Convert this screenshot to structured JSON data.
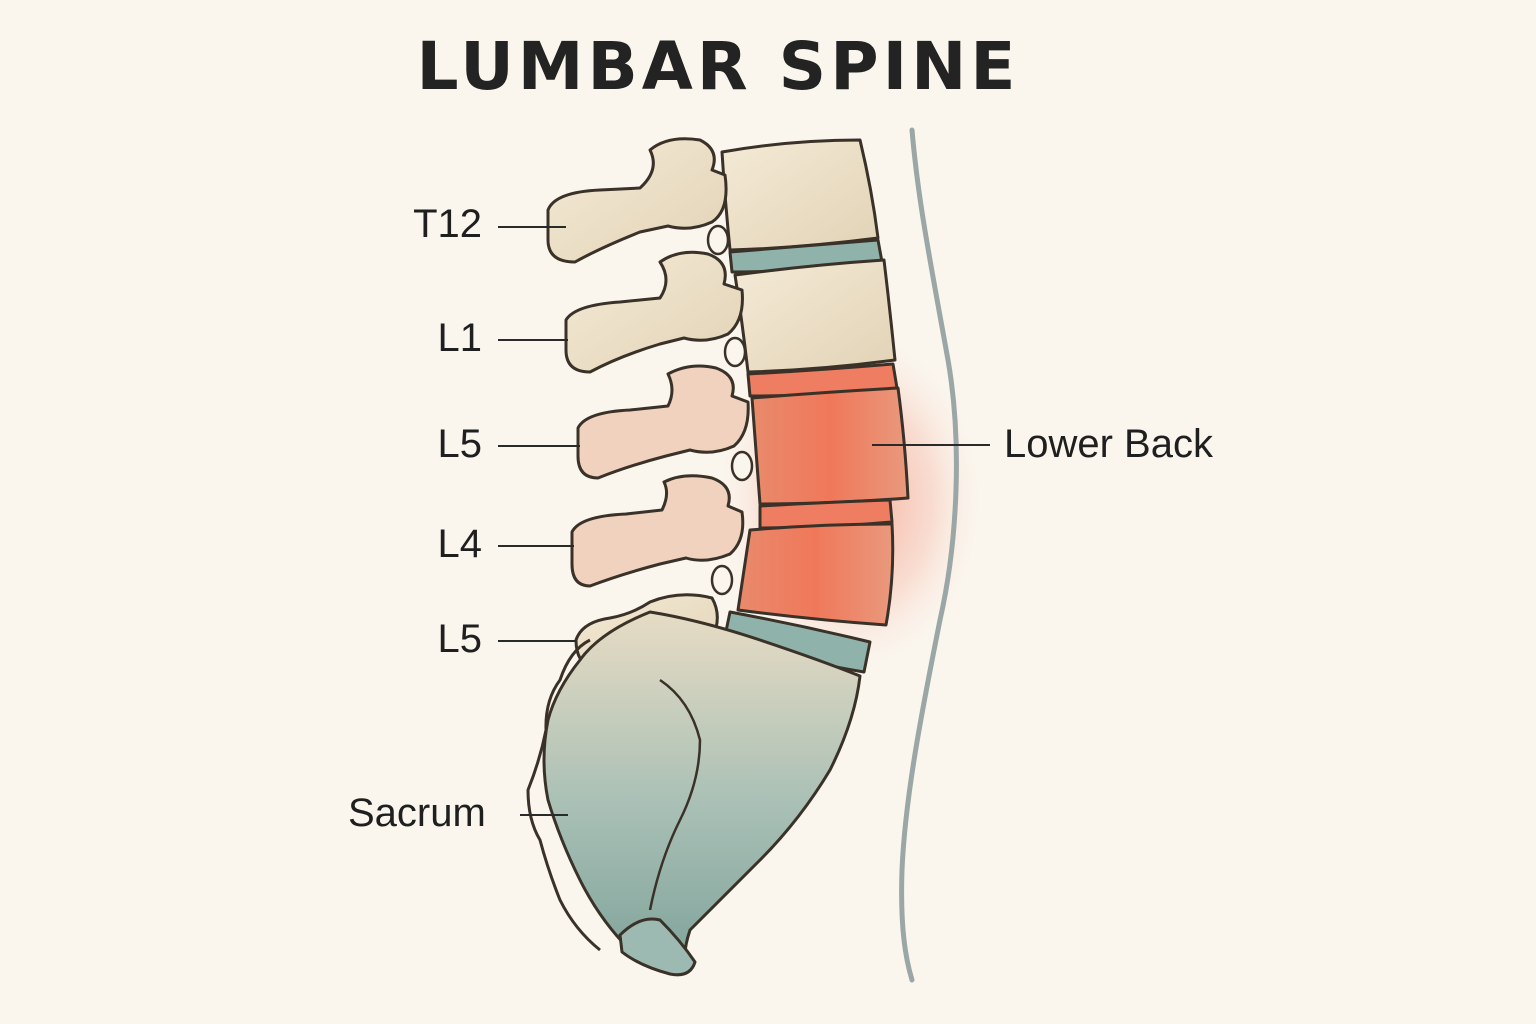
{
  "title": "LUMBAR SPINE",
  "labels": {
    "t12": "T12",
    "l1": "L1",
    "l5_upper": "L5",
    "l4": "L4",
    "l5_lower": "L5",
    "sacrum": "Sacrum",
    "lower_back": "Lower Back"
  },
  "colors": {
    "background": "#faf6ee",
    "bone": "#efe3cc",
    "bone_outline": "#3a3228",
    "disc_normal": "#8fb3ab",
    "disc_inflamed": "#e8765a",
    "pain_glow": "#f06a4a",
    "sacrum_shade": "#7fa39a",
    "body_outline": "#9aa7a6"
  }
}
